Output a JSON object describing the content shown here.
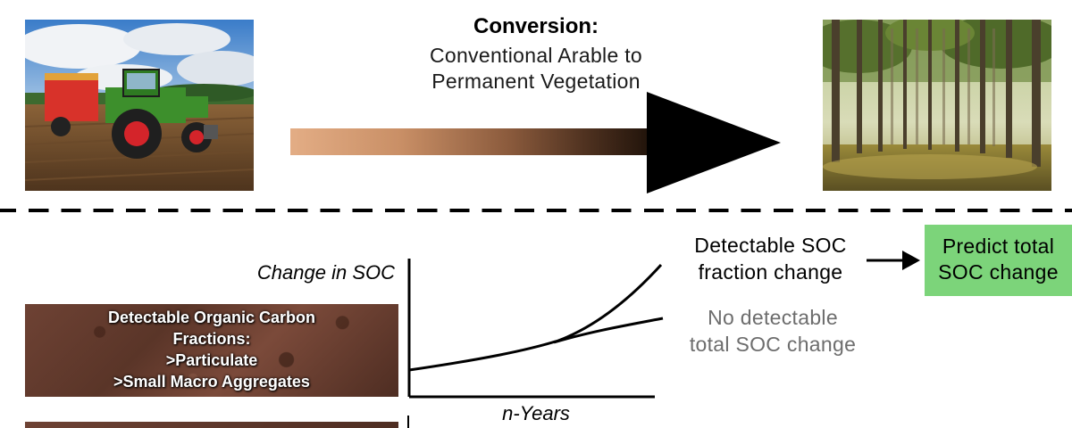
{
  "conversion": {
    "title": "Conversion:",
    "description_line1": "Conventional Arable to",
    "description_line2": "Permanent Vegetation"
  },
  "soil_fractions": {
    "line1": "Detectable Organic Carbon",
    "line2": "Fractions:",
    "line3": ">Particulate",
    "line4": ">Small Macro Aggregates"
  },
  "chart": {
    "y_label": "Change in SOC",
    "x_label": "n-Years",
    "detectable_line1": "Detectable SOC",
    "detectable_line2": "fraction change",
    "no_detect_line1": "No detectable",
    "no_detect_line2": "total SOC change"
  },
  "result": {
    "line1": "Predict total",
    "line2": "SOC change"
  },
  "colors": {
    "result_box": "#7cd47a",
    "muted_text": "#6d6d6d",
    "soil": "#5a3528"
  }
}
